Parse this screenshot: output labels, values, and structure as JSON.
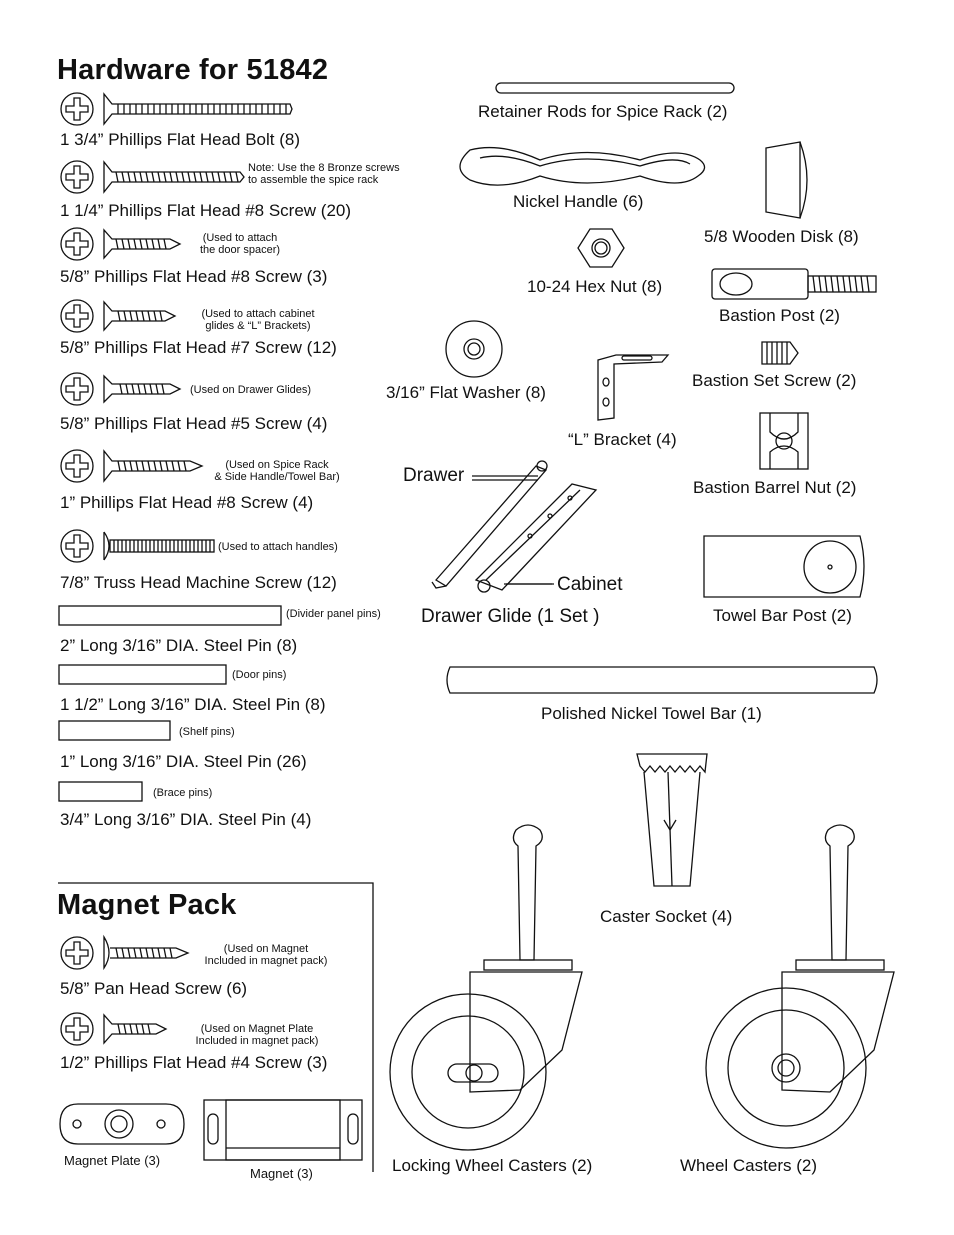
{
  "hardware": {
    "title": "Hardware for 51842",
    "items": [
      {
        "label": "1 3/4” Phillips Flat Head Bolt (8)"
      },
      {
        "label": "1 1/4” Phillips Flat Head #8 Screw (20)",
        "note1": "Note: Use the 8 Bronze screws",
        "note2": "to assemble the spice rack"
      },
      {
        "label": "5/8” Phillips Flat Head #8 Screw (3)",
        "note1": "(Used to attach",
        "note2": "the door spacer)"
      },
      {
        "label": "5/8” Phillips Flat Head #7 Screw (12)",
        "note1": "(Used  to attach cabinet",
        "note2": "glides & “L” Brackets)"
      },
      {
        "label": "5/8” Phillips Flat Head #5 Screw (4)",
        "note1": "(Used on Drawer Glides)"
      },
      {
        "label": "1” Phillips Flat Head #8 Screw (4)",
        "note1": "(Used on Spice Rack",
        "note2": "& Side Handle/Towel Bar)"
      },
      {
        "label": "7/8” Truss Head Machine Screw (12)",
        "note1": "(Used to attach handles)"
      },
      {
        "label": "2” Long 3/16” DIA. Steel Pin (8)",
        "note1": "(Divider panel pins)"
      },
      {
        "label": "1 1/2” Long 3/16” DIA. Steel Pin (8)",
        "note1": "(Door pins)"
      },
      {
        "label": "1” Long 3/16” DIA. Steel Pin (26)",
        "note1": "(Shelf pins)"
      },
      {
        "label": "3/4” Long 3/16” DIA. Steel Pin (4)",
        "note1": "(Brace pins)"
      }
    ]
  },
  "parts": {
    "retainer_rods": "Retainer Rods for Spice Rack (2)",
    "nickel_handle": "Nickel Handle (6)",
    "wooden_disk": "5/8 Wooden Disk (8)",
    "hex_nut": "10-24 Hex Nut (8)",
    "bastion_post": "Bastion Post (2)",
    "flat_washer": "3/16” Flat Washer (8)",
    "bastion_set_screw": "Bastion Set Screw (2)",
    "l_bracket": "“L” Bracket (4)",
    "bastion_barrel_nut": "Bastion Barrel Nut (2)",
    "drawer": "Drawer",
    "cabinet": "Cabinet",
    "drawer_glide": "Drawer Glide (1 Set )",
    "towel_bar_post": "Towel Bar Post (2)",
    "towel_bar": "Polished Nickel Towel Bar (1)",
    "caster_socket": "Caster Socket (4)",
    "locking_wheel_casters": "Locking Wheel Casters (2)",
    "wheel_casters": "Wheel Casters (2)"
  },
  "magnet_pack": {
    "title": "Magnet Pack",
    "pan_head_label": "5/8” Pan Head Screw (6)",
    "pan_head_note1": "(Used on Magnet",
    "pan_head_note2": "Included in magnet pack)",
    "flat_head_label": "1/2” Phillips Flat Head #4 Screw (3)",
    "flat_head_note1": "(Used on Magnet Plate",
    "flat_head_note2": "Included in magnet  pack)",
    "magnet_plate": "Magnet Plate (3)",
    "magnet": "Magnet (3)"
  }
}
